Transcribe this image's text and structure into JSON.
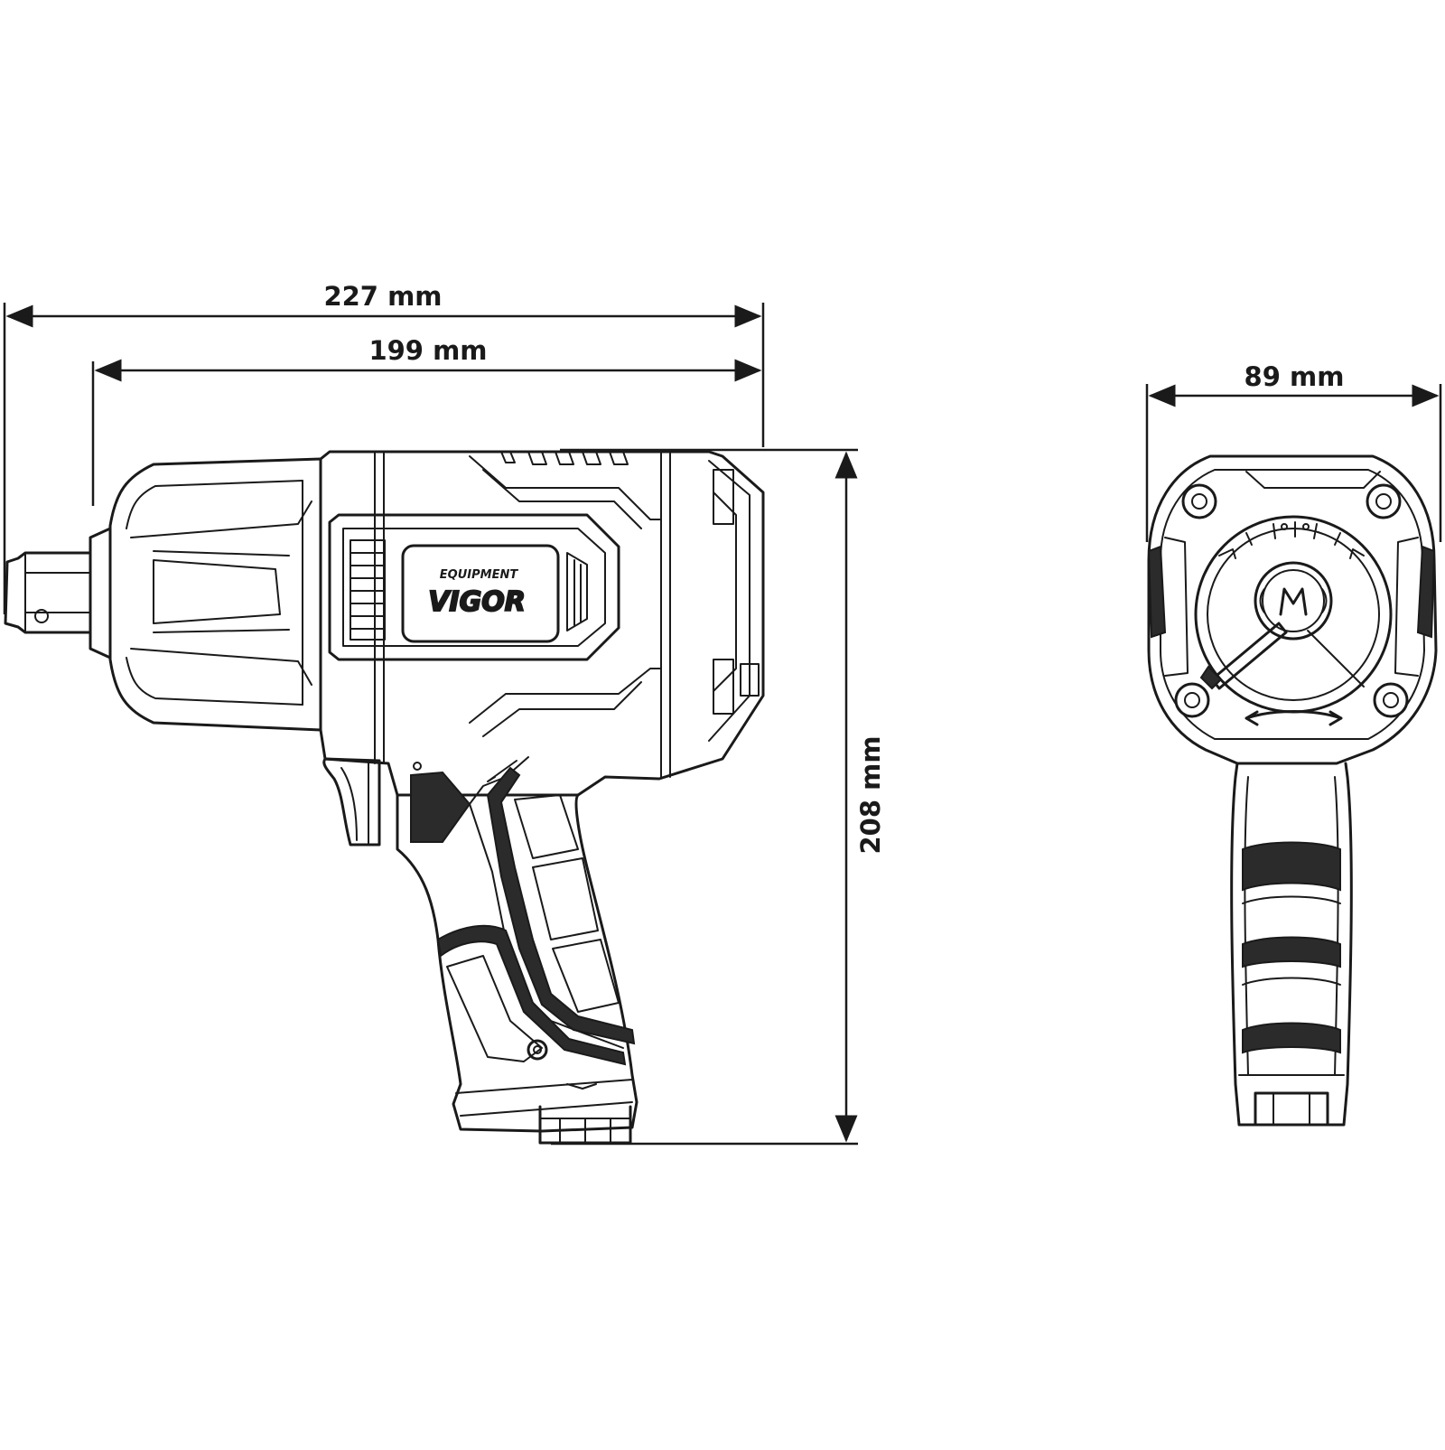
{
  "dimensions": {
    "overall_length": "227 mm",
    "body_length": "199 mm",
    "height": "208 mm",
    "width": "89 mm"
  },
  "brand": {
    "small_text": "EQUIPMENT",
    "name": "VIGOR"
  },
  "colors": {
    "line": "#1a1a1a",
    "background": "#ffffff"
  }
}
